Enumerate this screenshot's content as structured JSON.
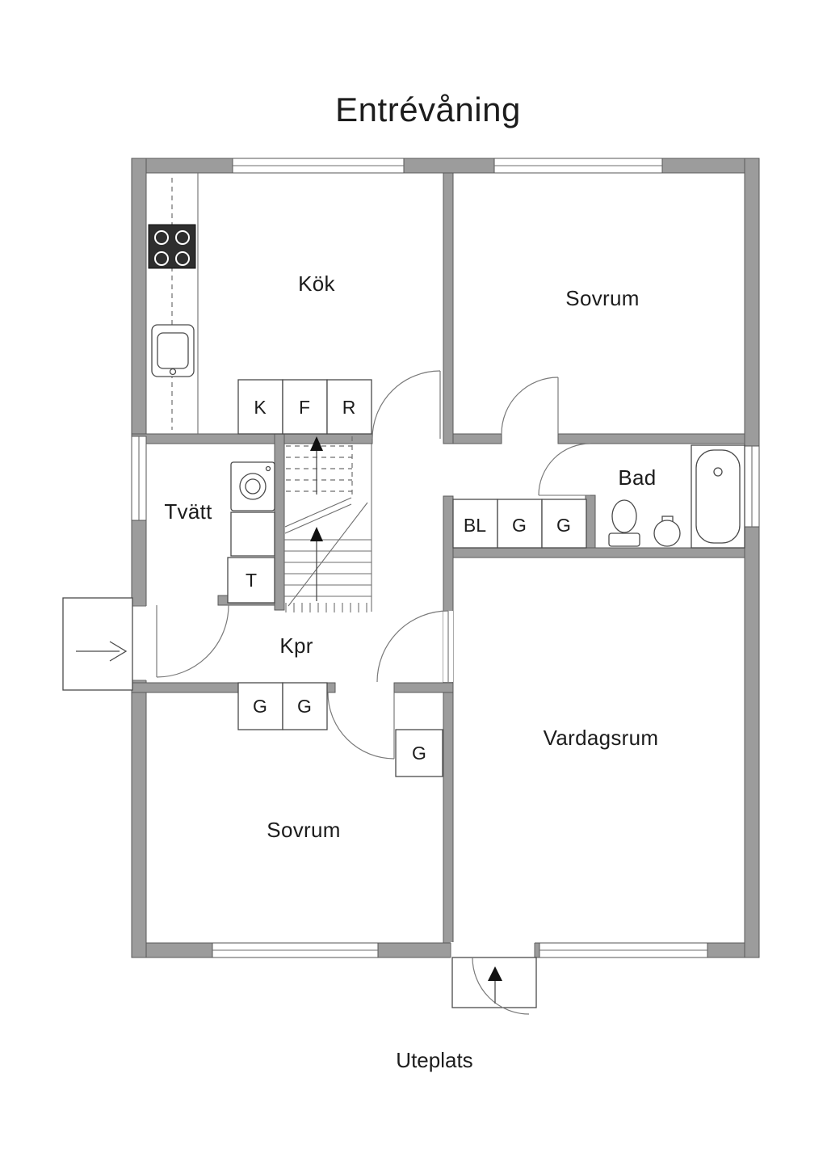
{
  "labels": {
    "title": "Entrévåning",
    "patio": "Uteplats"
  },
  "rooms": {
    "kitchen": "Kök",
    "bedroom_top": "Sovrum",
    "laundry": "Tvätt",
    "bathroom": "Bad",
    "hallway": "Kpr",
    "living_room": "Vardagsrum",
    "bedroom_bottom": "Sovrum"
  },
  "units": {
    "kitchen_row": [
      "K",
      "F",
      "R"
    ],
    "hall_row": [
      "BL",
      "G",
      "G"
    ],
    "hall_pair": [
      "G",
      "G"
    ],
    "bedroom_closet": "G",
    "laundry_unit": "T"
  },
  "colors": {
    "wall": "#9c9c9c",
    "outline": "#4a4a4a",
    "text": "#1c1c1c",
    "arrow": "#111111"
  }
}
